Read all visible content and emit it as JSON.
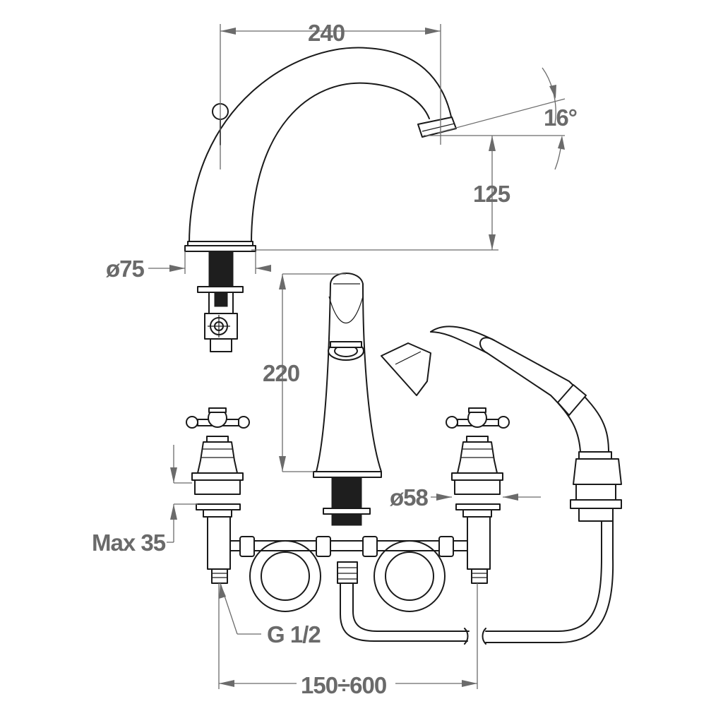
{
  "drawing": {
    "dimensions": {
      "spout_reach": "240",
      "spout_angle": "16°",
      "spout_height": "125",
      "base_diameter": "ø75",
      "body_height": "220",
      "flange_diameter": "ø58",
      "max_thickness": "Max 35",
      "thread": "G 1/2",
      "center_distance": "150÷600"
    }
  }
}
